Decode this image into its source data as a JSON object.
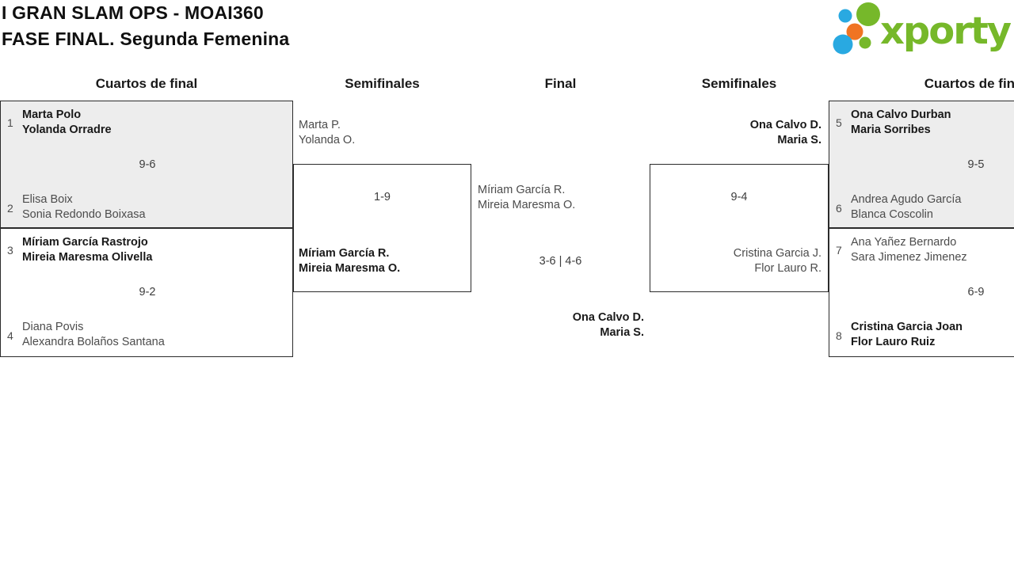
{
  "header": {
    "title_line1": "I GRAN SLAM OPS - MOAI360",
    "title_line2": "FASE FINAL. Segunda Femenina"
  },
  "logo": {
    "wordmark": "xporty",
    "colors": {
      "green": "#76B82A",
      "blue": "#29A9E1",
      "orange": "#F07423"
    }
  },
  "round_headers": {
    "left_quarterfinals": "Cuartos de final",
    "left_semifinals": "Semifinales",
    "final": "Final",
    "right_semifinals": "Semifinales",
    "right_quarterfinals": "Cuartos de final"
  },
  "matches": {
    "qf_left_top": {
      "seed_top": "1",
      "team_top": [
        "Marta Polo",
        "Yolanda Orradre"
      ],
      "score": "9-6",
      "seed_bottom": "2",
      "team_bottom": [
        "Elisa Boix",
        "Sonia Redondo Boixasa"
      ]
    },
    "qf_left_bottom": {
      "seed_top": "3",
      "team_top": [
        "Míriam García Rastrojo",
        "Mireia Maresma Olivella"
      ],
      "score": "9-2",
      "seed_bottom": "4",
      "team_bottom": [
        "Diana Povis",
        "Alexandra Bolaños Santana"
      ]
    },
    "sf_left": {
      "team_top": [
        "Marta P.",
        "Yolanda O."
      ],
      "score": "1-9",
      "team_bottom": [
        "Míriam García R.",
        "Mireia Maresma O."
      ]
    },
    "final": {
      "team_left": [
        "Míriam García R.",
        "Mireia Maresma O."
      ],
      "score": "3-6 | 4-6",
      "team_right": [
        "Ona Calvo D.",
        "Maria S."
      ]
    },
    "sf_right": {
      "team_top": [
        "Ona Calvo D.",
        "Maria S."
      ],
      "score": "9-4",
      "team_bottom": [
        "Cristina Garcia J.",
        "Flor Lauro R."
      ]
    },
    "qf_right_top": {
      "seed_top": "5",
      "team_top": [
        "Ona Calvo Durban",
        "Maria Sorribes"
      ],
      "score": "9-5",
      "seed_bottom": "6",
      "team_bottom": [
        "Andrea Agudo García",
        "Blanca Coscolin"
      ]
    },
    "qf_right_bottom": {
      "seed_top": "7",
      "team_top": [
        "Ana Yañez Bernardo",
        "Sara Jimenez Jimenez"
      ],
      "score": "6-9",
      "seed_bottom": "8",
      "team_bottom": [
        "Cristina Garcia Joan",
        "Flor Lauro Ruiz"
      ]
    }
  },
  "style_colors": {
    "box_fill_shaded": "#EDEDED",
    "box_border": "#2B2B2B",
    "winner_text": "#191919",
    "loser_text": "#4C4C4C"
  }
}
